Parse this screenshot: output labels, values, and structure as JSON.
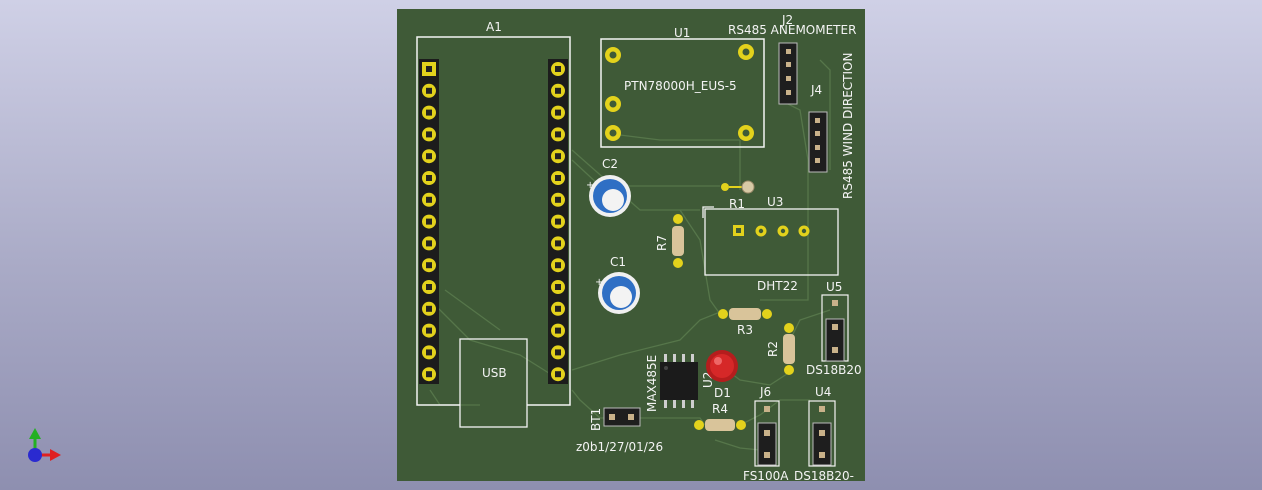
{
  "board": {
    "labels": {
      "a1": "A1",
      "u1": "U1",
      "u1_value": "PTN78000H_EUS-5",
      "j2": "J2",
      "j2_value": "RS485 ANEMOMETER",
      "j4": "J4",
      "j4_value": "RS485 WIND DIRECTION",
      "c2": "C2",
      "c1": "C1",
      "r1": "R1",
      "u3": "U3",
      "u3_value": "DHT22",
      "r7": "R7",
      "r3": "R3",
      "r2": "R2",
      "u5": "U5",
      "u5_value": "DS18B20",
      "u2": "U2",
      "u2_value": "MAX485E",
      "d1": "D1",
      "r4": "R4",
      "j6": "J6",
      "j6_value": "FS100A",
      "u4": "U4",
      "u4_value": "DS18B20-",
      "bt1": "BT1",
      "usb": "USB",
      "footer": "z0b1/27/01/26"
    }
  },
  "colors": {
    "board": "#3f5a37",
    "pad": "#e3d21c",
    "silk": "#f4f4f4",
    "track": "#5a7a48"
  },
  "axes_icon": "xyz-axis-gizmo-icon"
}
